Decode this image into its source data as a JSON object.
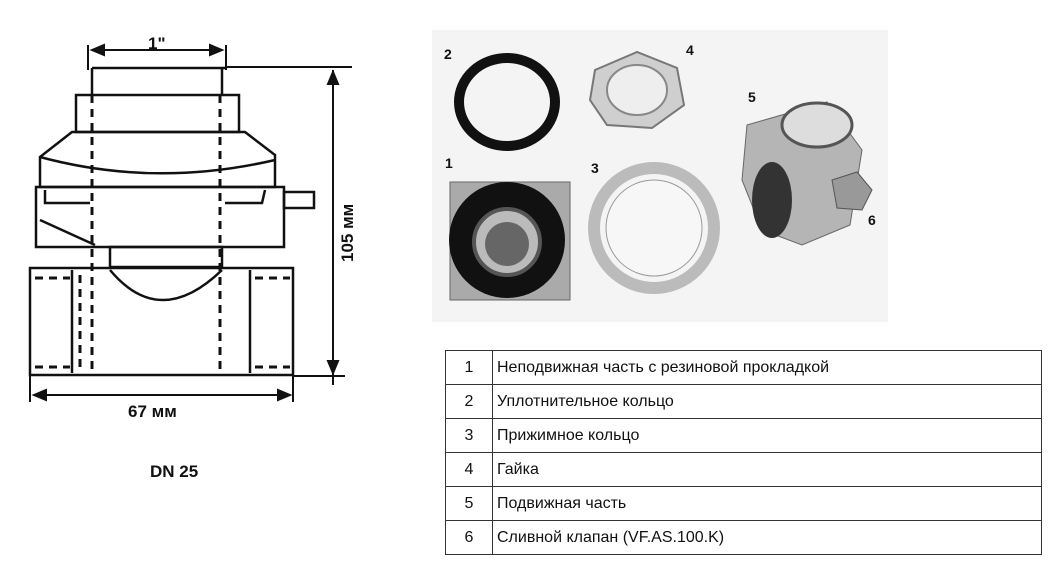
{
  "drawing": {
    "dim_top": "1\"",
    "dim_height": "105 мм",
    "dim_width": "67 мм",
    "caption": "DN 25"
  },
  "photo_labels": [
    "1",
    "2",
    "3",
    "4",
    "5",
    "6"
  ],
  "parts_table": [
    {
      "num": "1",
      "name": "Неподвижная часть с резиновой прокладкой"
    },
    {
      "num": "2",
      "name": "Уплотнительное кольцо"
    },
    {
      "num": "3",
      "name": "Прижимное кольцо"
    },
    {
      "num": "4",
      "name": "Гайка"
    },
    {
      "num": "5",
      "name": "Подвижная часть"
    },
    {
      "num": "6",
      "name": "Сливной клапан (VF.AS.100.K)"
    }
  ]
}
